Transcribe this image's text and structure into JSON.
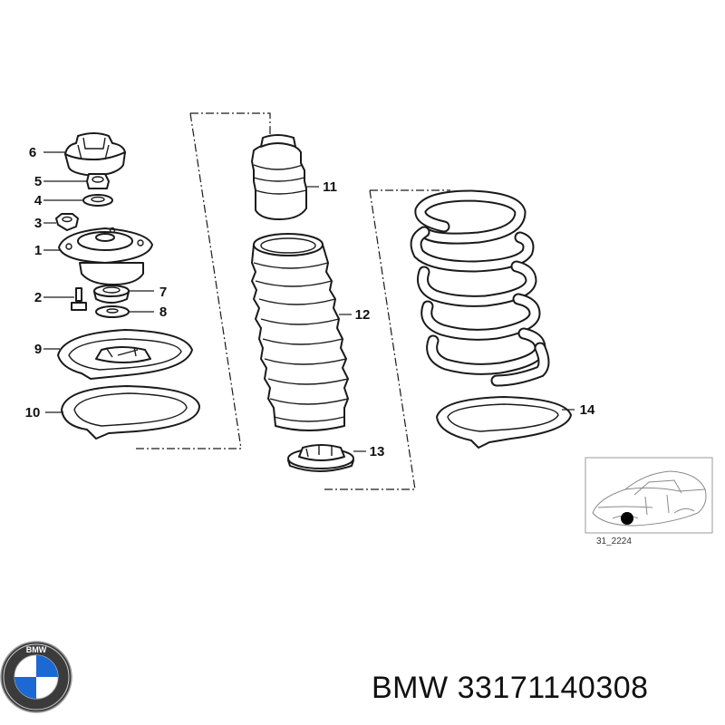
{
  "callouts": {
    "n1": "1",
    "n2": "2",
    "n3": "3",
    "n4": "4",
    "n5": "5",
    "n6": "6",
    "n7": "7",
    "n8": "8",
    "n9": "9",
    "n10": "10",
    "n11": "11",
    "n12": "12",
    "n13": "13",
    "n14": "14"
  },
  "thumbnail": {
    "caption": "31_2224"
  },
  "logo": {
    "letters": "BMW",
    "icon": "bmw-roundel-icon"
  },
  "footer": {
    "brand": "BMW",
    "part_number": "33171140308"
  }
}
